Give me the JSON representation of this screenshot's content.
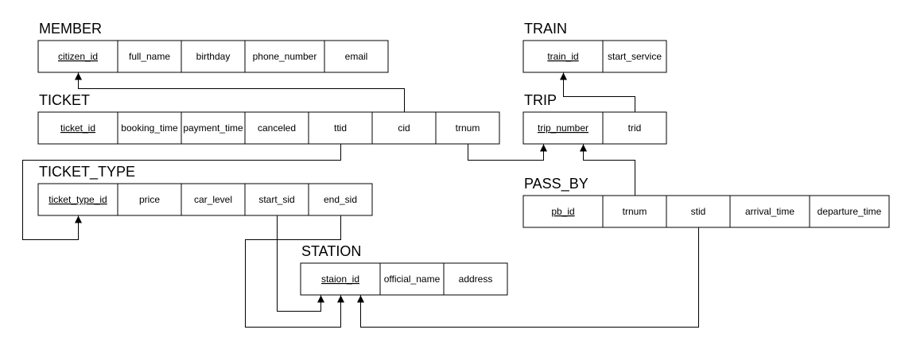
{
  "tables": [
    {
      "name": "MEMBER",
      "columns": [
        {
          "label": "citizen_id",
          "pk": true
        },
        {
          "label": "full_name"
        },
        {
          "label": "birthday"
        },
        {
          "label": "phone_number"
        },
        {
          "label": "email"
        }
      ]
    },
    {
      "name": "TRAIN",
      "columns": [
        {
          "label": "train_id",
          "pk": true
        },
        {
          "label": "start_service"
        }
      ]
    },
    {
      "name": "TICKET",
      "columns": [
        {
          "label": "ticket_id",
          "pk": true
        },
        {
          "label": "booking_time"
        },
        {
          "label": "payment_time"
        },
        {
          "label": "canceled"
        },
        {
          "label": "ttid"
        },
        {
          "label": "cid"
        },
        {
          "label": "trnum"
        }
      ]
    },
    {
      "name": "TRIP",
      "columns": [
        {
          "label": "trip_number",
          "pk": true
        },
        {
          "label": "trid"
        }
      ]
    },
    {
      "name": "TICKET_TYPE",
      "columns": [
        {
          "label": "ticket_type_id",
          "pk": true
        },
        {
          "label": "price"
        },
        {
          "label": "car_level"
        },
        {
          "label": "start_sid"
        },
        {
          "label": "end_sid"
        }
      ]
    },
    {
      "name": "PASS_BY",
      "columns": [
        {
          "label": "pb_id",
          "pk": true
        },
        {
          "label": "trnum"
        },
        {
          "label": "stid"
        },
        {
          "label": "arrival_time"
        },
        {
          "label": "departure_time"
        }
      ]
    },
    {
      "name": "STATION",
      "columns": [
        {
          "label": "staion_id",
          "pk": true
        },
        {
          "label": "official_name"
        },
        {
          "label": "address"
        }
      ]
    }
  ],
  "relationships": [
    {
      "from": "TICKET.cid",
      "to": "MEMBER.citizen_id"
    },
    {
      "from": "TICKET.ttid",
      "to": "TICKET_TYPE.ticket_type_id"
    },
    {
      "from": "TICKET.trnum",
      "to": "TRIP.trip_number"
    },
    {
      "from": "TRIP.trid",
      "to": "TRAIN.train_id"
    },
    {
      "from": "PASS_BY.trnum",
      "to": "TRIP.trip_number"
    },
    {
      "from": "TICKET_TYPE.start_sid",
      "to": "STATION.staion_id"
    },
    {
      "from": "TICKET_TYPE.end_sid",
      "to": "STATION.staion_id"
    },
    {
      "from": "PASS_BY.stid",
      "to": "STATION.staion_id"
    }
  ]
}
